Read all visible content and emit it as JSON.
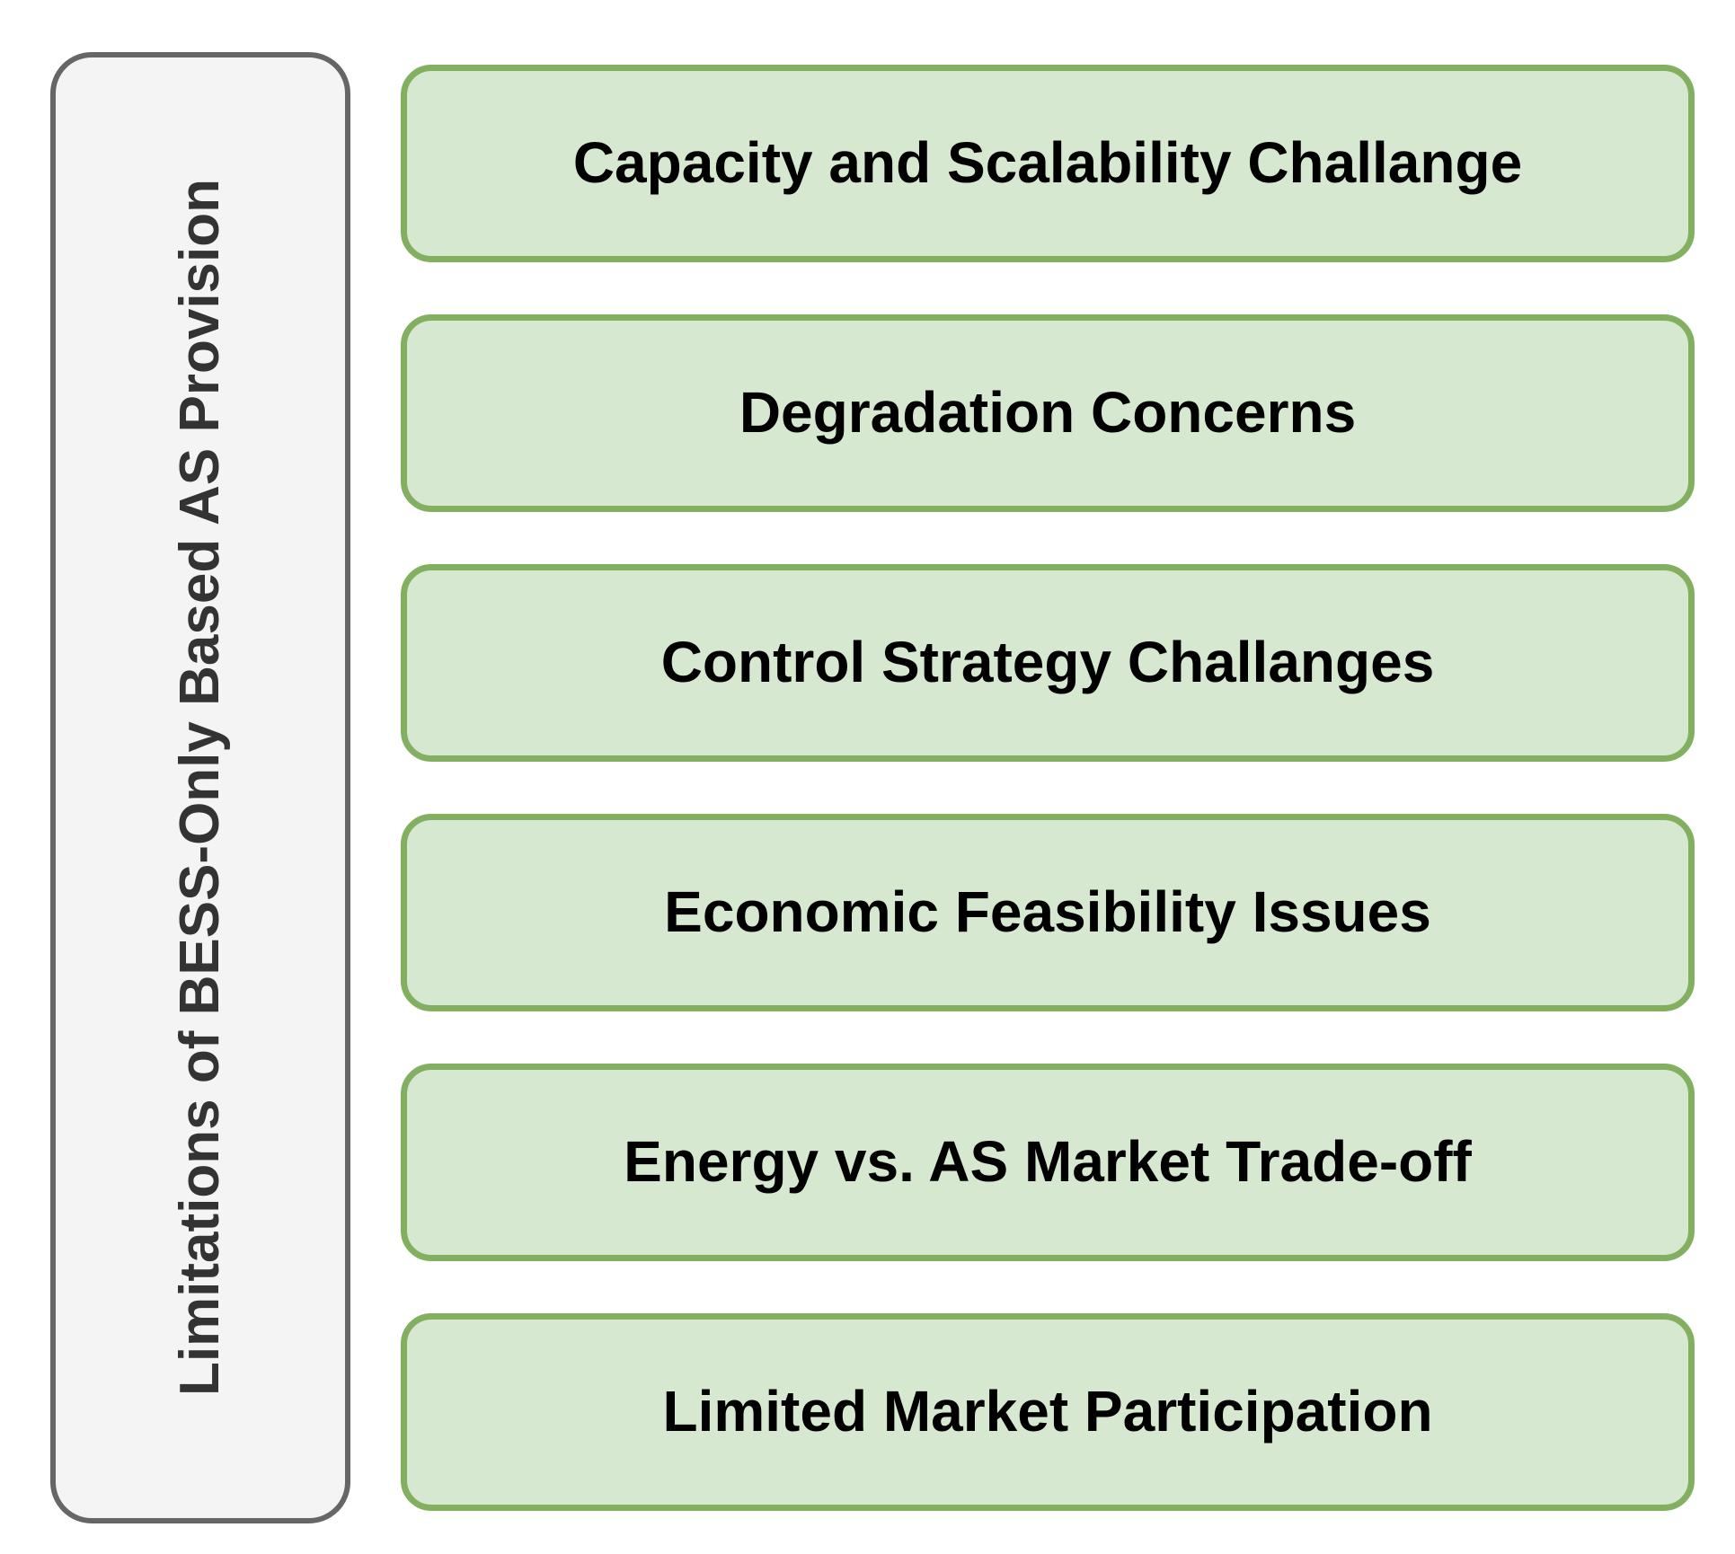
{
  "diagram": {
    "title": "Limitations of BESS-Only Based AS Provision",
    "category": {
      "label": "Limitations of BESS-Only Based AS Provision",
      "fill_color": "#f4f4f4",
      "border_color": "#666666",
      "text_color": "#333333"
    },
    "item_style": {
      "fill_color": "#d7e8d0",
      "border_color": "#82b060",
      "text_color": "#000000"
    },
    "items": [
      {
        "label": "Capacity and Scalability Challange"
      },
      {
        "label": "Degradation Concerns"
      },
      {
        "label": "Control Strategy Challanges"
      },
      {
        "label": "Economic Feasibility Issues"
      },
      {
        "label": "Energy vs. AS Market Trade-off"
      },
      {
        "label": "Limited Market Participation"
      }
    ]
  }
}
